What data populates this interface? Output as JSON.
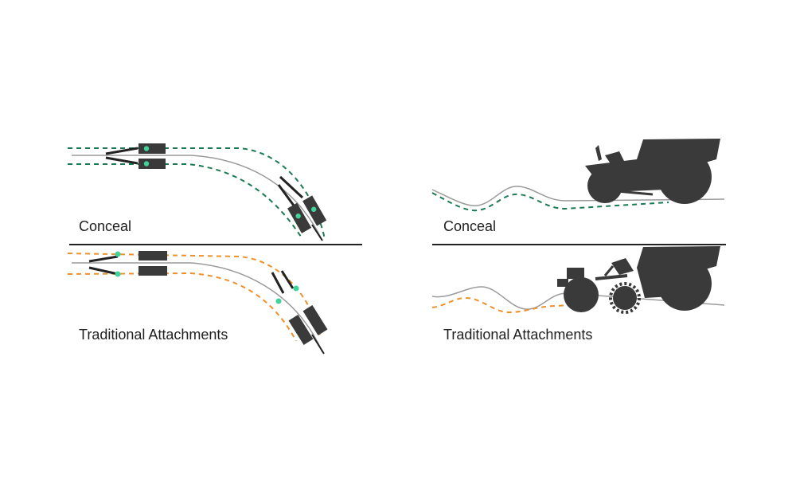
{
  "labels": {
    "left_top": "Conceal",
    "left_bottom": "Traditional Attachments",
    "right_top": "Conceal",
    "right_bottom": "Traditional Attachments"
  },
  "colors": {
    "conceal_path": "#1a7a52",
    "traditional_path": "#f0902a",
    "sensor_dot": "#3fd49a",
    "machine": "#3a3a3a",
    "row_line": "#9a9a9a",
    "divider": "#222222"
  }
}
